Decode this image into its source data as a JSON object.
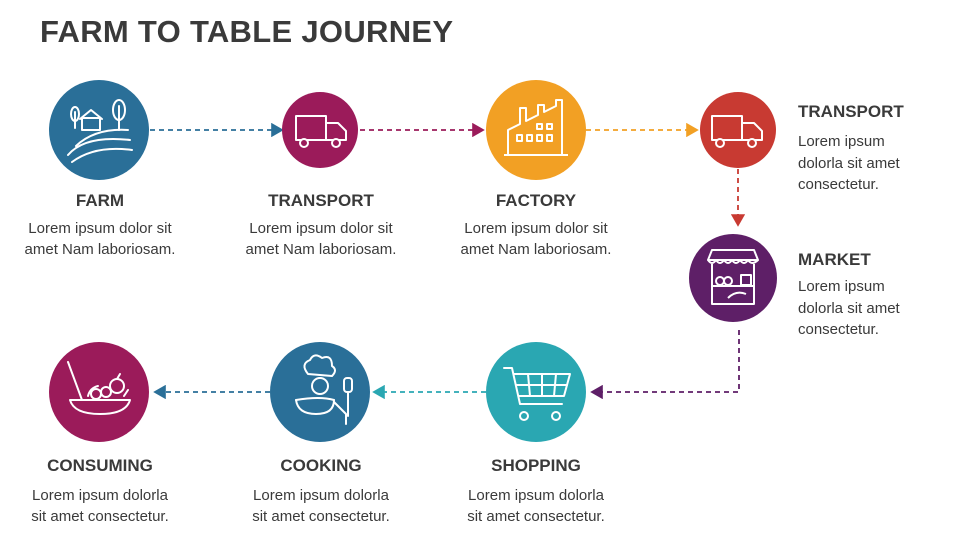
{
  "title": "FARM TO TABLE JOURNEY",
  "colors": {
    "farm": "#2a6f98",
    "transport1": "#9b1b5a",
    "factory": "#f2a024",
    "transport2": "#c83a32",
    "market": "#5e1f67",
    "shopping": "#2aa7b2",
    "cooking": "#2a6f98",
    "consuming": "#9b1b5a"
  },
  "steps": [
    {
      "id": "farm",
      "icon": "farm-icon",
      "label": "FARM",
      "desc1": "Lorem ipsum dolor sit",
      "desc2": "amet Nam laboriosam."
    },
    {
      "id": "transport1",
      "icon": "truck-icon",
      "label": "TRANSPORT",
      "desc1": "Lorem ipsum dolor sit",
      "desc2": "amet Nam laboriosam."
    },
    {
      "id": "factory",
      "icon": "factory-icon",
      "label": "FACTORY",
      "desc1": "Lorem ipsum dolor sit",
      "desc2": "amet Nam laboriosam."
    },
    {
      "id": "transport2",
      "icon": "truck-icon",
      "label": "TRANSPORT",
      "desc1": "Lorem ipsum",
      "desc2": "dolorla sit amet",
      "desc3": "consectetur."
    },
    {
      "id": "market",
      "icon": "market-stall-icon",
      "label": "MARKET",
      "desc1": "Lorem ipsum",
      "desc2": "dolorla sit amet",
      "desc3": "consectetur."
    },
    {
      "id": "shopping",
      "icon": "shopping-cart-icon",
      "label": "SHOPPING",
      "desc1": "Lorem ipsum dolorla",
      "desc2": "sit amet consectetur."
    },
    {
      "id": "cooking",
      "icon": "chef-icon",
      "label": "COOKING",
      "desc1": "Lorem ipsum dolorla",
      "desc2": "sit amet consectetur."
    },
    {
      "id": "consuming",
      "icon": "food-bowl-icon",
      "label": "CONSUMING",
      "desc1": "Lorem ipsum dolorla",
      "desc2": "sit amet consectetur."
    }
  ]
}
